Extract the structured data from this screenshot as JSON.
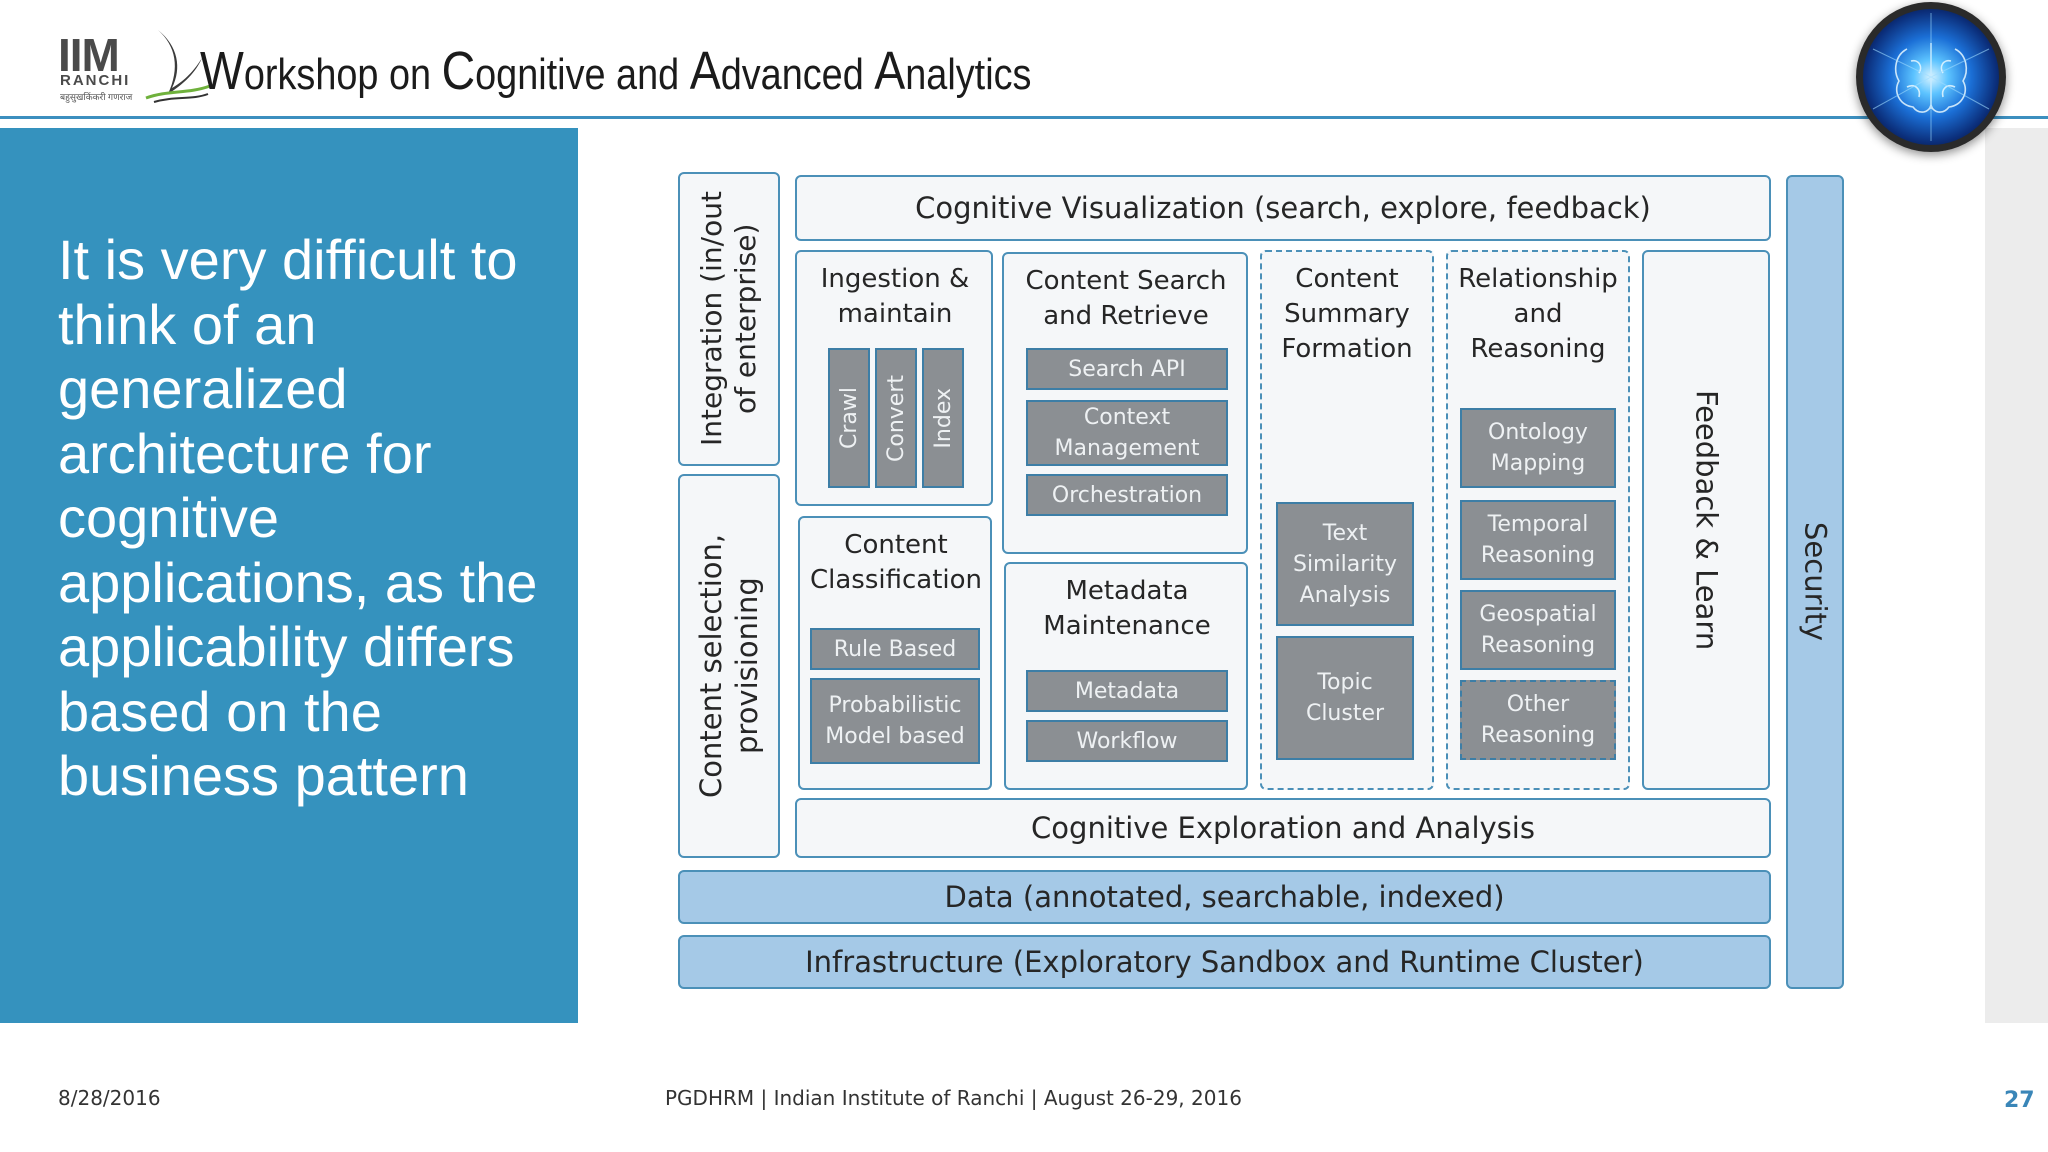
{
  "header": {
    "logo_text": "IIM",
    "logo_sub": "RANCHI",
    "logo_tagline": "बहुसुखकिंकरी गणराज",
    "title": {
      "c1": "W",
      "r1": "orkshop on ",
      "c2": "C",
      "r2": "ognitive and ",
      "c3": "A",
      "r3": "dvanced ",
      "c4": "A",
      "r4": "nalytics"
    }
  },
  "left_panel": {
    "text": "It is very difficult to think of an generalized architecture for cognitive applications, as the applicability differs based on the business pattern"
  },
  "diagram": {
    "integration": "Integration (in/out of enterprise)",
    "content_selection": "Content selection, provisioning",
    "cognitive_visualization": "Cognitive Visualization (search, explore, feedback)",
    "ingestion": {
      "title": "Ingestion & maintain",
      "items": [
        "Crawl",
        "Convert",
        "Index"
      ]
    },
    "content_search": {
      "title": "Content Search and Retrieve",
      "items": [
        "Search API",
        "Context Management",
        "Orchestration"
      ]
    },
    "content_summary": {
      "title": "Content Summary Formation",
      "items": [
        "Text Similarity Analysis",
        "Topic Cluster"
      ]
    },
    "relationship": {
      "title": "Relationship and Reasoning",
      "items": [
        "Ontology Mapping",
        "Temporal Reasoning",
        "Geospatial Reasoning",
        "Other Reasoning"
      ]
    },
    "feedback": "Feedback & Learn",
    "security": "Security",
    "content_classification": {
      "title": "Content Classification",
      "items": [
        "Rule Based",
        "Probabilistic Model based"
      ]
    },
    "metadata": {
      "title": "Metadata Maintenance",
      "items": [
        "Metadata",
        "Workflow"
      ]
    },
    "cognitive_exploration": "Cognitive Exploration and Analysis",
    "data_layer": "Data (annotated, searchable, indexed)",
    "infrastructure": "Infrastructure (Exploratory Sandbox and Runtime Cluster)"
  },
  "footer": {
    "date": "8/28/2016",
    "center": "PGDHRM | Indian Institute of Ranchi | August 26-29, 2016",
    "page": "27"
  },
  "colors": {
    "accent": "#3592be",
    "box_border": "#4b90b8",
    "grey_box": "#8b8f93",
    "blue_layer": "#a5c9e7"
  },
  "icons": [
    "bird-logo-icon",
    "brain-icon"
  ]
}
